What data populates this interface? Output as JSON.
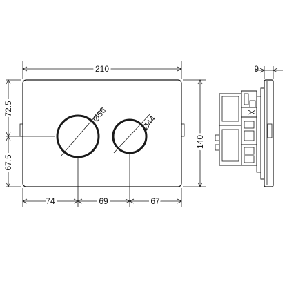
{
  "drawing": {
    "front_view": {
      "width": "210",
      "height": "140",
      "top_to_centre": "72.5",
      "centre_to_bottom": "67.5",
      "left_to_large_button": "74",
      "button_spacing": "69",
      "small_button_to_right": "67",
      "large_button_diameter": "Ø56",
      "small_button_diameter": "Ø44"
    },
    "side_view": {
      "plate_thickness": "9"
    }
  }
}
